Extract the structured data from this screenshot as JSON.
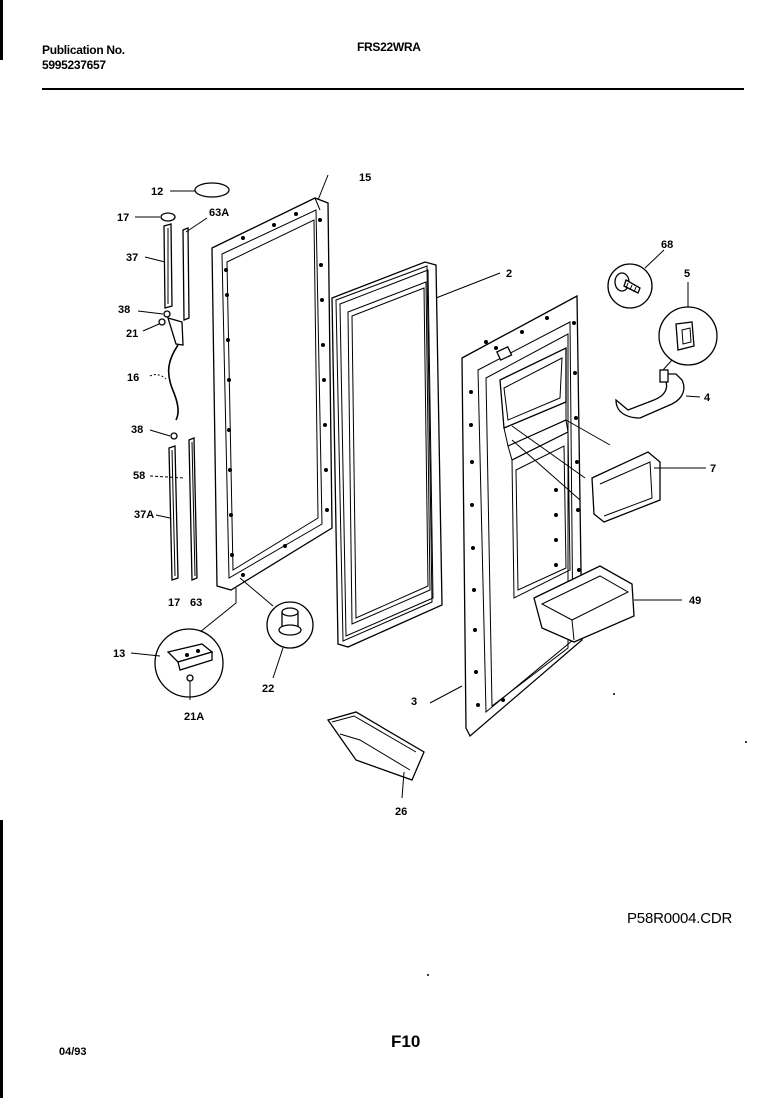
{
  "header": {
    "publication_label": "Publication No.",
    "publication_number": "5995237657",
    "model": "FRS22WRA"
  },
  "callouts": {
    "c12": "12",
    "c17a": "17",
    "c63a": "63A",
    "c15": "15",
    "c37": "37",
    "c38a": "38",
    "c21": "21",
    "c16": "16",
    "c38b": "38",
    "c58": "58",
    "c37a": "37A",
    "c17b": "17",
    "c63": "63",
    "c13": "13",
    "c21a": "21A",
    "c22": "22",
    "c2": "2",
    "c68": "68",
    "c5": "5",
    "c4": "4",
    "c7": "7",
    "c49": "49",
    "c3": "3",
    "c26": "26"
  },
  "footer": {
    "drawing_file": "P58R0004.CDR",
    "date": "04/93",
    "figure": "F10"
  }
}
